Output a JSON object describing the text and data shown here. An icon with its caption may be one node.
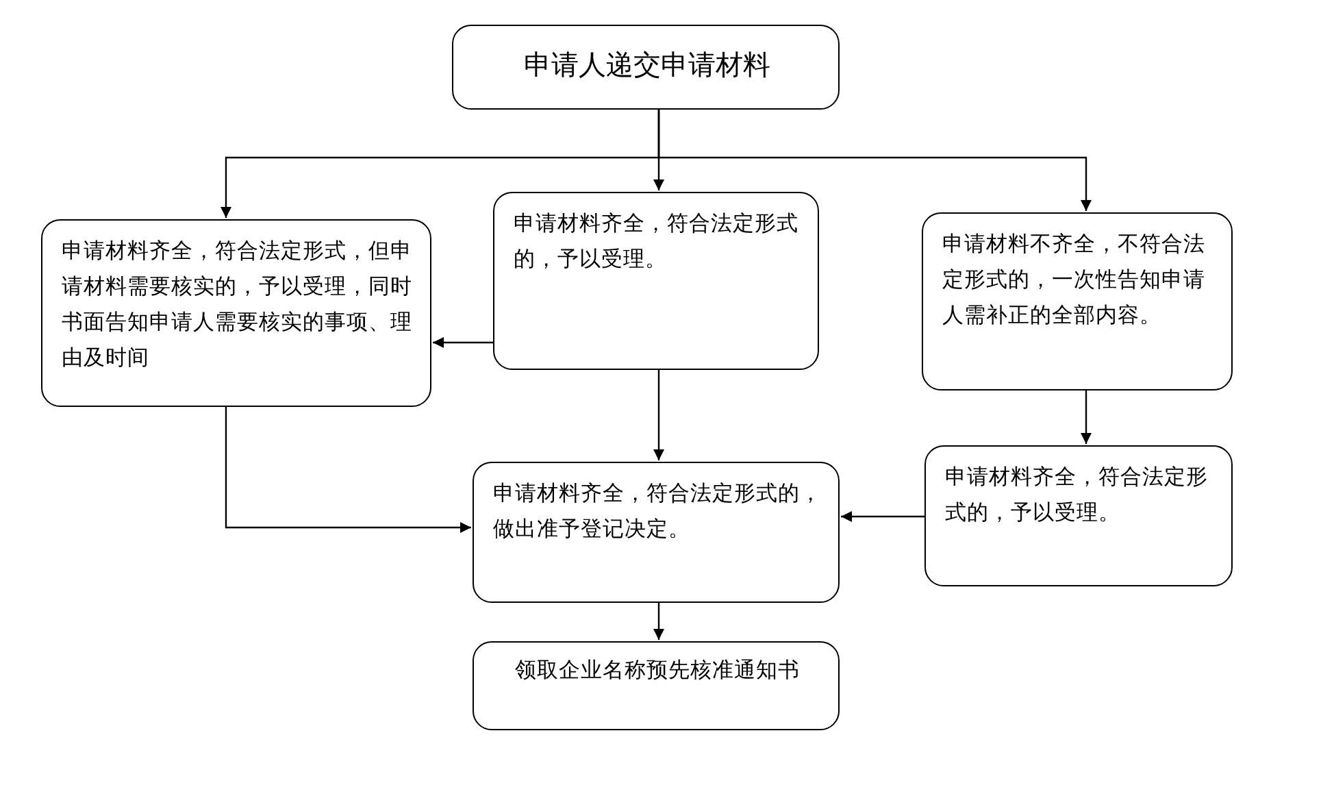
{
  "diagram": {
    "nodes": [
      {
        "text": [
          "申请人递交申请材料"
        ]
      },
      {
        "text": [
          "申请材料齐全，符合法定形式，但申请材料需要核实的，予以受理，同时书面告知申请人需要核实的事项、理由及时间"
        ]
      },
      {
        "text": [
          "申请材料齐全，符合法定形式的，予以受理。"
        ]
      },
      {
        "text": [
          "申请材料不齐全，不符合法定形式的，一次性告知申请人需补正的全部内容。"
        ]
      },
      {
        "text": [
          "申请材料齐全，符合法定形式的，做出准予登记决定。"
        ]
      },
      {
        "text": [
          "申请材料齐全，符合法定形式的，予以受理。"
        ]
      },
      {
        "text": [
          "领取企业名称预先核准通知书"
        ]
      }
    ],
    "edges": [
      {
        "from": 0,
        "to": 1,
        "arrow": "to"
      },
      {
        "from": 0,
        "to": 2,
        "arrow": "to"
      },
      {
        "from": 0,
        "to": 3,
        "arrow": "to"
      },
      {
        "from": 2,
        "to": 1,
        "arrow": "to"
      },
      {
        "from": 2,
        "to": 4,
        "arrow": "to"
      },
      {
        "from": 1,
        "to": 4,
        "arrow": "to"
      },
      {
        "from": 3,
        "to": 5,
        "arrow": "to"
      },
      {
        "from": 5,
        "to": 4,
        "arrow": "to"
      },
      {
        "from": 4,
        "to": 6,
        "arrow": "to"
      }
    ]
  }
}
